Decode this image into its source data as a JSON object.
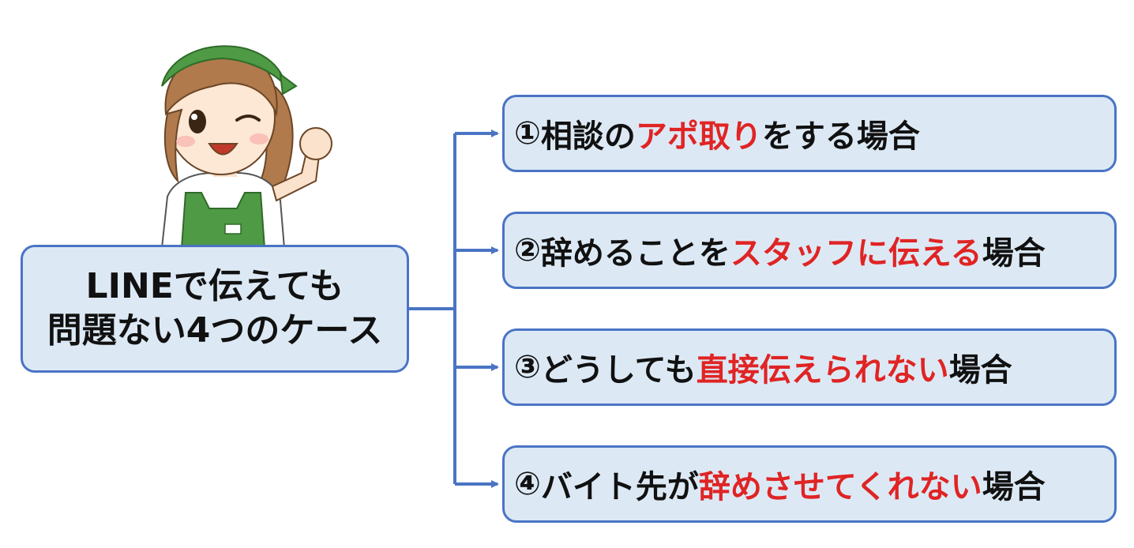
{
  "root": {
    "line1": "LINEで伝えても",
    "line2": "問題ない4つのケース"
  },
  "cases": [
    {
      "number": "①",
      "before": "相談の",
      "highlight": "アポ取り",
      "after": "をする場合"
    },
    {
      "number": "②",
      "before": "辞めることを",
      "highlight": "スタッフに伝える",
      "after": "場合"
    },
    {
      "number": "③",
      "before": "どうしても",
      "highlight": "直接伝えられない",
      "after": "場合"
    },
    {
      "number": "④",
      "before": "バイト先が",
      "highlight": "辞めさせてくれない",
      "after": "場合"
    }
  ],
  "colors": {
    "box_fill": "#dce9f5",
    "box_border": "#4a74c4",
    "highlight": "#e02424",
    "connector": "#4a74c4"
  },
  "icons": {
    "mascot": "store-staff-mascot-icon"
  }
}
